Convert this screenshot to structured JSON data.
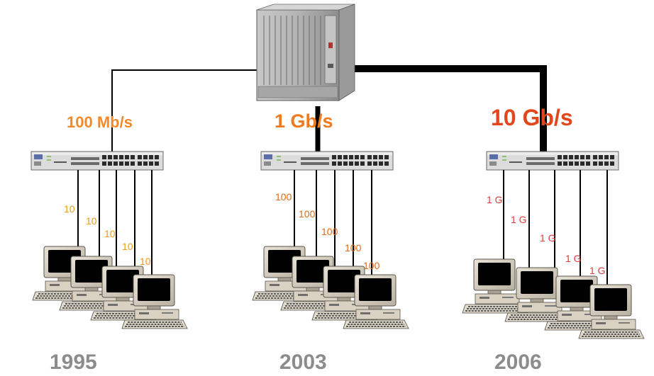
{
  "colors": {
    "uplink_95": "#f28a2c",
    "uplink_03": "#f07a1e",
    "uplink_06": "#e4461c",
    "ports_95": "#f29a12",
    "ports_03": "#e36a1a",
    "ports_06": "#e03c3c",
    "year": "#8c8c8c"
  },
  "groups": [
    {
      "year": "1995",
      "uplink_speed": "100 Mb/s",
      "port_labels": [
        "10",
        "10",
        "10",
        "10",
        "10"
      ]
    },
    {
      "year": "2003",
      "uplink_speed": "1 Gb/s",
      "port_labels": [
        "100",
        "100",
        "100",
        "100",
        "100"
      ]
    },
    {
      "year": "2006",
      "uplink_speed": "10 Gb/s",
      "port_labels": [
        "1 G",
        "1 G",
        "1 G",
        "1 G",
        "1 G"
      ]
    }
  ]
}
